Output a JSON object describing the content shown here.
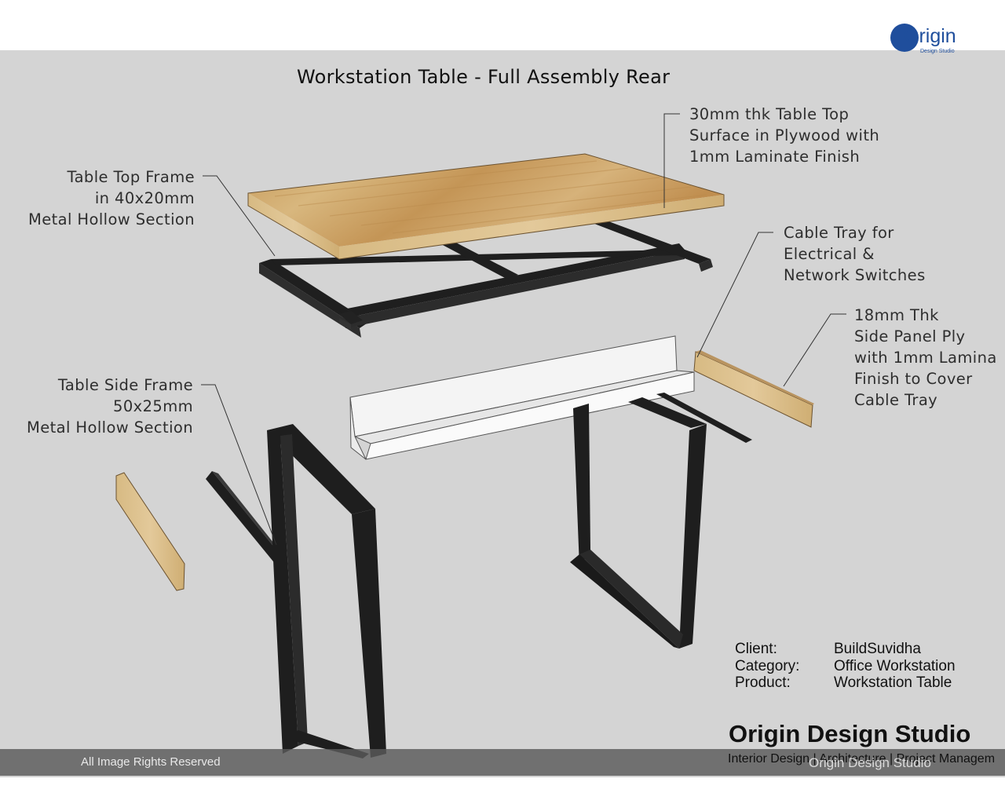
{
  "brand": {
    "logo_text": "Origin",
    "logo_subtext": "Design Studio",
    "accent_color": "#1f4e9c"
  },
  "title": "Workstation Table - Full Assembly Rear",
  "callouts": {
    "table_top_surface": [
      "30mm thk Table Top",
      "Surface in Plywood with",
      "1mm Laminate Finish"
    ],
    "table_top_frame": [
      "Table Top Frame",
      "in 40x20mm",
      "Metal Hollow Section"
    ],
    "cable_tray": [
      "Cable Tray for",
      "Electrical &",
      "Network Switches"
    ],
    "side_panel": [
      "18mm Thk",
      "Side Panel Ply",
      "with 1mm Lamina",
      "Finish to Cover",
      "Cable Tray"
    ],
    "side_frame": [
      "Table Side Frame",
      "50x25mm",
      "Metal Hollow Section"
    ]
  },
  "project_info": {
    "client_label": "Client:",
    "client_value": "BuildSuvidha",
    "category_label": "Category:",
    "category_value": "Office Workstation",
    "product_label": "Product:",
    "product_value": "Workstation Table"
  },
  "studio": {
    "name": "Origin Design Studio",
    "tagline": "Interior Design | Architecture | Project Managem"
  },
  "footer": {
    "rights": "All Image Rights Reserved",
    "watermark": "Origin Design Studio"
  },
  "colors": {
    "background": "#d4d4d4",
    "metal": "#1e1e1e",
    "wood": "#c9a66b",
    "tray": "#f4f4f4"
  }
}
